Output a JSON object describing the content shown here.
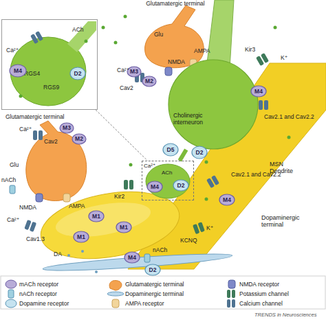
{
  "diagram": {
    "nodes": [
      {
        "text": [
          "Glutamatergic terminal"
        ]
      },
      {
        "text": [
          "Ca²⁺",
          "RGS4",
          "RGS9",
          "ACh"
        ]
      },
      {
        "text": [
          "M4"
        ],
        "in": 1
      },
      {
        "text": [
          "D2"
        ],
        "in": 1
      },
      {
        "text": [
          "M3"
        ]
      },
      {
        "text": [
          "M2"
        ]
      },
      {
        "text": [
          "Cholinergic interneuron"
        ]
      },
      {
        "text": [
          "M4"
        ]
      },
      {
        "text": [
          "D5"
        ]
      },
      {
        "text": [
          "D2"
        ]
      },
      {
        "text": [
          "Glutamatergic terminal"
        ]
      },
      {
        "text": [
          "M3"
        ]
      },
      {
        "text": [
          "M2"
        ]
      },
      {
        "text": [
          "MSN Dendrite"
        ]
      },
      {
        "text": [
          "Ca²⁺",
          "ACh"
        ]
      },
      {
        "text": [
          "M4"
        ],
        "in": 14
      },
      {
        "text": [
          "D2"
        ],
        "in": 14
      },
      {
        "text": [
          "M4"
        ]
      },
      {
        "text": [
          "M1"
        ]
      },
      {
        "text": [
          "M1"
        ]
      },
      {
        "text": [
          "M1"
        ]
      },
      {
        "text": [
          "Dopaminergic terminal"
        ]
      },
      {
        "text": [
          "M4"
        ]
      },
      {
        "text": [
          "D2"
        ]
      }
    ],
    "edges": [
      {
        "from": 6,
        "to": 14,
        "arrow": "none"
      },
      {
        "from": 1,
        "to": 14,
        "arrow": "none"
      }
    ],
    "labels": [
      "Glu",
      "Ca²⁺",
      "Cav2",
      "AMPA",
      "NMDA",
      "Kir3",
      "K⁺",
      "Cav2.1 and Cav2.2",
      "Ca²⁺",
      "Cav2",
      "Glu",
      "nACh",
      "NMDA",
      "AMPA",
      "Kir2",
      "Ca²⁺",
      "Cav1.3",
      "nACh",
      "DA",
      "KCNQ",
      "K⁺",
      "Cav2.1 and Cav2.2",
      "TRENDS in Neurosciences"
    ],
    "legend": [
      {
        "text": "mACh receptor"
      },
      {
        "text": "Glutamatergic terminal"
      },
      {
        "text": "NMDA receptor"
      },
      {
        "text": "nACh receptor"
      },
      {
        "text": "Dopaminergic terminal"
      },
      {
        "text": "Potassium channel"
      },
      {
        "text": "Dopamine receptor"
      },
      {
        "text": "AMPA receptor"
      },
      {
        "text": "Calcium channel"
      }
    ]
  }
}
